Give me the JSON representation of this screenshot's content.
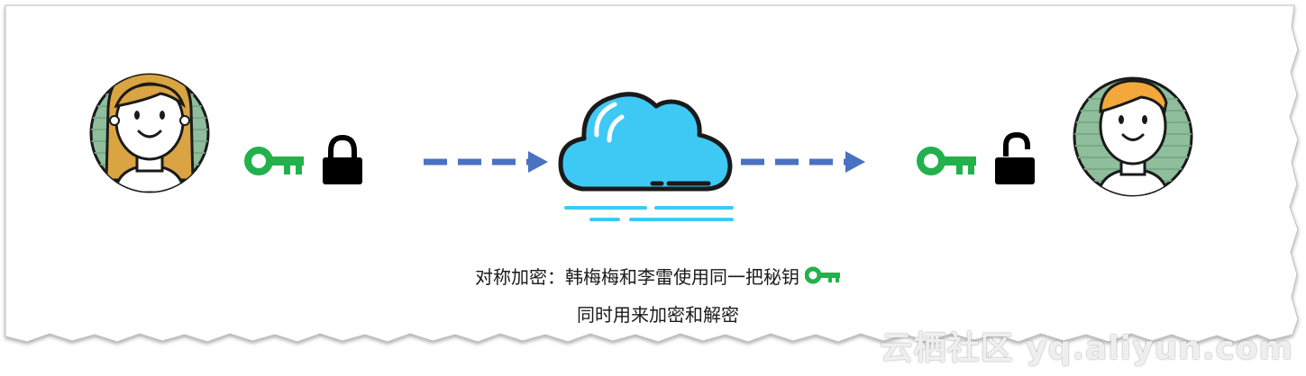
{
  "caption": {
    "line1": "对称加密：韩梅梅和李雷使用同一把秘钥",
    "line2": "同时用来加密和解密"
  },
  "watermark": "云栖社区 yq.aliyun.com",
  "icons": {
    "sender": "woman-avatar-icon",
    "receiver": "man-avatar-icon",
    "key": "key-icon",
    "locked": "padlock-locked-icon",
    "unlocked": "padlock-unlocked-icon",
    "cloud": "cloud-icon",
    "arrow": "dashed-arrow-icon"
  },
  "colors": {
    "key": "#22b14c",
    "arrow": "#4a72c2",
    "cloud": "#3ec9f5",
    "avatar_bg": "#8ebe9c",
    "hair_woman": "#d9a441",
    "hair_man": "#f2a83a"
  }
}
